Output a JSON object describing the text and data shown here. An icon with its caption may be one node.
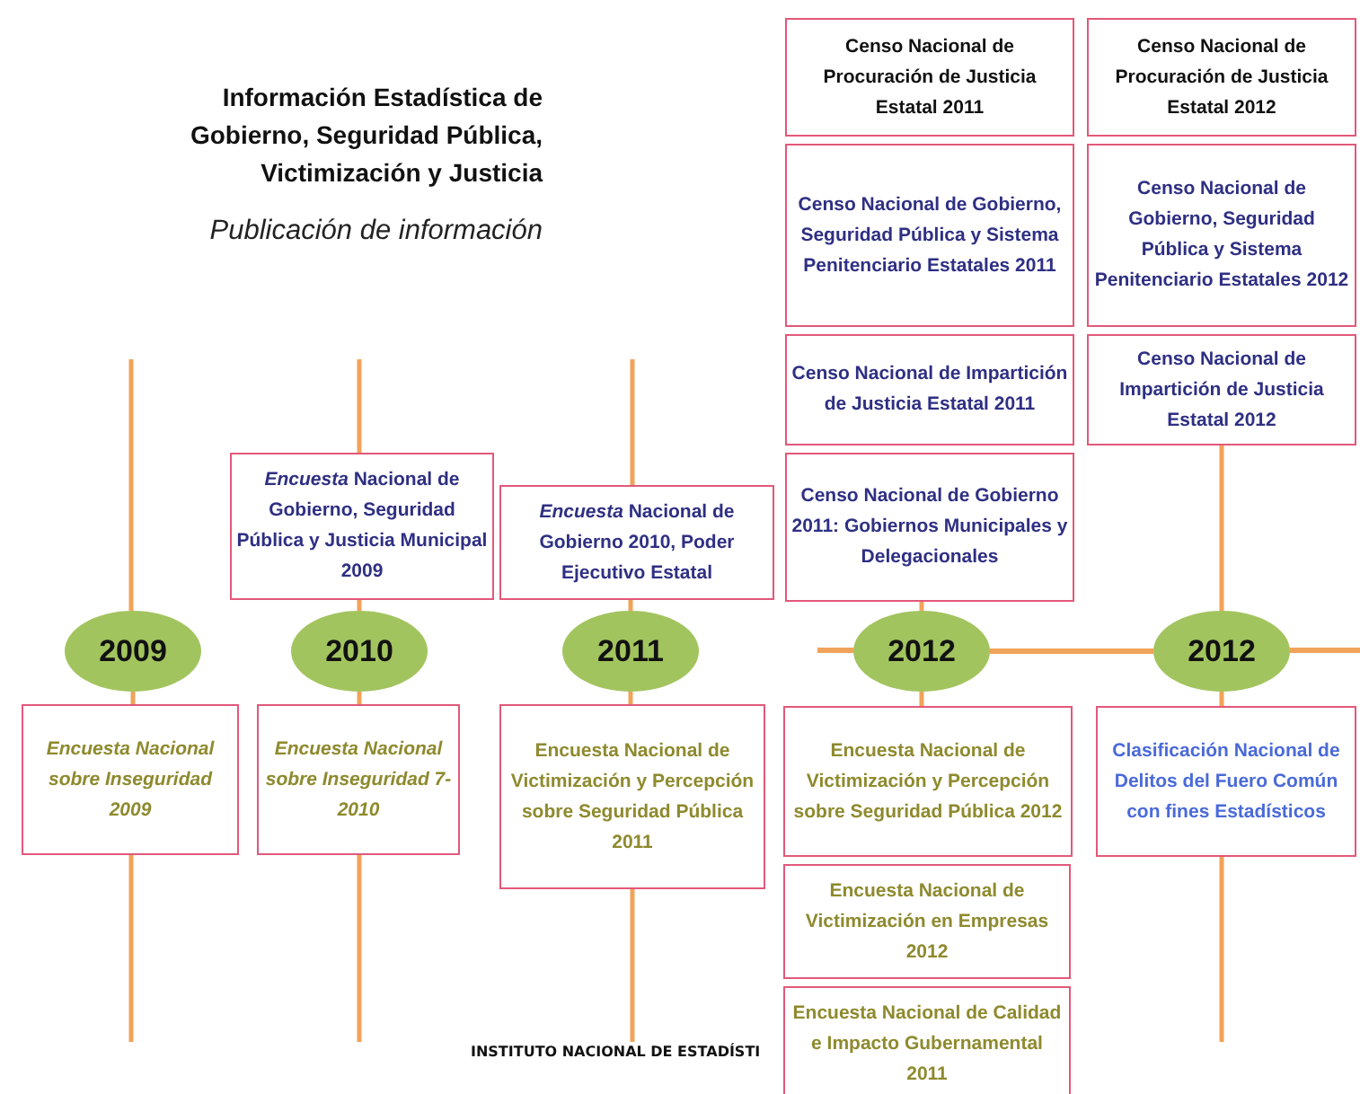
{
  "diagram": {
    "title": "Información Estadística de Gobierno, Seguridad Pública, Victimización y Justicia",
    "nodes": [
      {
        "text": [
          "*Encuesta* Nacional de Gobierno, Seguridad Pública y Justicia Municipal 2009"
        ]
      },
      {
        "text": [
          "*Encuesta* Nacional de Gobierno 2010, Poder Ejecutivo Estatal"
        ]
      },
      {
        "text": [
          "Censo Nacional de Procuración de Justicia Estatal 2011"
        ]
      },
      {
        "text": [
          "Censo Nacional de Gobierno, Seguridad Pública y Sistema Penitenciario Estatales 2011"
        ]
      },
      {
        "text": [
          "Censo Nacional de Impartición de Justicia Estatal 2011"
        ]
      },
      {
        "text": [
          "Censo Nacional de Gobierno 2011: Gobiernos Municipales y Delegacionales"
        ]
      },
      {
        "text": [
          "Censo Nacional de Procuración de Justicia Estatal 2012"
        ]
      },
      {
        "text": [
          "Censo Nacional de Gobierno, Seguridad Pública y Sistema Penitenciario Estatales 2012"
        ]
      },
      {
        "text": [
          "Censo Nacional de Impartición de Justicia Estatal 2012"
        ]
      },
      {
        "text": [
          "2009"
        ]
      },
      {
        "text": [
          "2010"
        ]
      },
      {
        "text": [
          "2011"
        ]
      },
      {
        "text": [
          "2012"
        ]
      },
      {
        "text": [
          "2012"
        ]
      },
      {
        "text": [
          "Encuesta Nacional sobre Inseguridad 2009"
        ]
      },
      {
        "text": [
          "Encuesta Nacional sobre Inseguridad 7-2010"
        ]
      },
      {
        "text": [
          "Encuesta Nacional de Victimización y Percepción sobre Seguridad Pública 2011"
        ]
      },
      {
        "text": [
          "Encuesta Nacional de Victimización y Percepción sobre Seguridad Pública 2012"
        ]
      },
      {
        "text": [
          "Encuesta Nacional de Victimización en Empresas 2012"
        ]
      },
      {
        "text": [
          "Encuesta Nacional de Calidad e Impacto Gubernamental 2011"
        ]
      },
      {
        "text": [
          "Clasificación Nacional de Delitos del Fuero Común con fines Estadísticos"
        ]
      }
    ],
    "edges": [
      {
        "from": 0,
        "to": 10,
        "arrow": "none"
      },
      {
        "from": 1,
        "to": 11,
        "arrow": "none"
      },
      {
        "from": 5,
        "to": 12,
        "arrow": "none"
      },
      {
        "from": 8,
        "to": 13,
        "arrow": "none"
      },
      {
        "from": 9,
        "to": 14,
        "arrow": "none"
      },
      {
        "from": 10,
        "to": 15,
        "arrow": "none"
      },
      {
        "from": 11,
        "to": 16,
        "arrow": "none"
      },
      {
        "from": 12,
        "to": 17,
        "arrow": "none"
      },
      {
        "from": 13,
        "to": 20,
        "arrow": "none"
      },
      {
        "from": 12,
        "to": 13,
        "arrow": "none"
      }
    ],
    "labels": [
      "Publicación de información",
      "INSTITUTO NACIONAL DE ESTADÍSTI"
    ]
  }
}
